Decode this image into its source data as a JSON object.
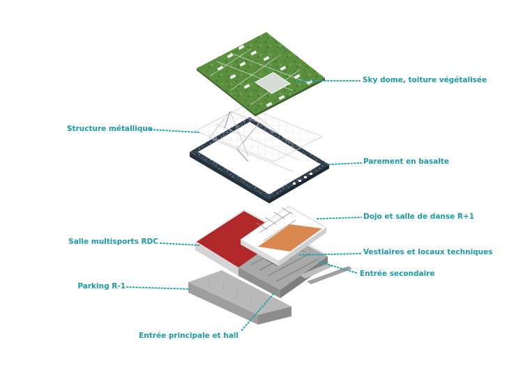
{
  "colors": {
    "label": "#1b9aa6",
    "leader": "#1fa3b0",
    "roof_green": "#5a8f3f",
    "basalt": "#2f3e4a",
    "gym_red": "#b0282a",
    "dojo_orange": "#d9884f",
    "concrete": "#c9c9c9"
  },
  "labels": {
    "sky_dome": "Sky dome, toiture végétalisée",
    "structure": "Structure métallique",
    "parement": "Parement en basalte",
    "dojo": "Dojo et salle de danse R+1",
    "salle": "Salle multisports RDC",
    "vestiaires": "Vestiaires et locaux techniques",
    "entree_sec": "Entrée secondaire",
    "parking": "Parking R-1",
    "entree_princ": "Entrée principale et hall"
  }
}
